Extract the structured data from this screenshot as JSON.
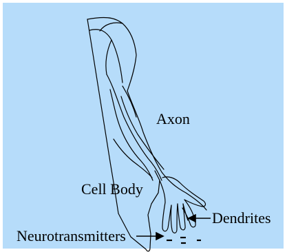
{
  "labels": {
    "axon": "Axon",
    "cell_body": "Cell Body",
    "dendrites": "Dendrites",
    "neurotransmitters": "Neurotransmitters"
  },
  "colors": {
    "background": "#b6dcfa",
    "border": "#ffffff",
    "lines": "#000000"
  }
}
